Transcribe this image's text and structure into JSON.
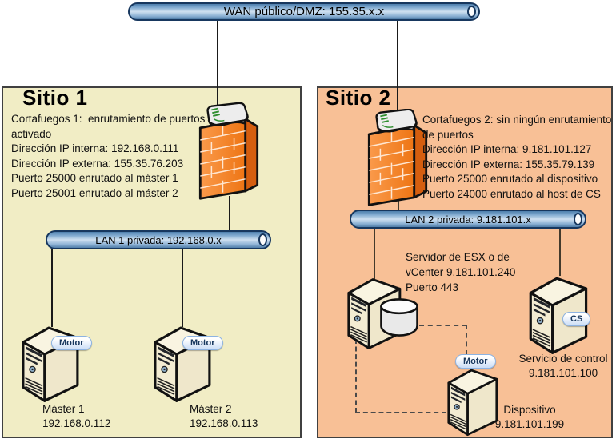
{
  "wan": {
    "label": "WAN público/DMZ: 155.35.x.x"
  },
  "site1": {
    "title": "Sitio 1",
    "firewall_info": [
      "Cortafuegos 1:  enrutamiento de puertos",
      "activado",
      "Dirección IP interna: 192.168.0.111",
      "Dirección IP externa: 155.35.76.203",
      "Puerto 25000 enrutado al máster 1",
      "Puerto 25001 enrutado al máster 2"
    ],
    "lan_label": "LAN 1 privada: 192.168.0.x",
    "servers": [
      {
        "badge": "Motor",
        "name": "Máster 1",
        "ip": "192.168.0.112"
      },
      {
        "badge": "Motor",
        "name": "Máster 2",
        "ip": "192.168.0.113"
      }
    ]
  },
  "site2": {
    "title": "Sitio 2",
    "firewall_info": [
      "Cortafuegos 2: sin ningún enrutamiento",
      "de puertos",
      "Dirección IP interna: 9.181.101.127",
      "Dirección IP externa: 155.35.79.139",
      "Puerto 25000 enrutado al dispositivo",
      "Puerto 24000 enrutado al host de CS"
    ],
    "lan_label": "LAN 2 privada: 9.181.101.x",
    "esx_label": [
      "Servidor de ESX o de",
      "vCenter 9.181.101.240",
      "Puerto 443"
    ],
    "control": {
      "badge": "CS",
      "name": "Servicio de control",
      "ip": "9.181.101.100"
    },
    "device": {
      "badge": "Motor",
      "name": "Dispositivo",
      "ip": "9.181.101.199"
    }
  },
  "icons": [
    "firewall-icon",
    "router-icon",
    "server-icon",
    "database-icon",
    "network-pipe"
  ],
  "colors": {
    "site1_bg": "#F1EDC5",
    "site2_bg": "#F8C096",
    "pipe_blue": "#8FB4D6",
    "pipe_border": "#17375E",
    "firewall_orange": "#F08223",
    "server_beige": "#EFE7CB",
    "badge_border": "#8DB3E2",
    "solid_line": "#1A1A1A",
    "dash_line": "#4A4A4A"
  }
}
